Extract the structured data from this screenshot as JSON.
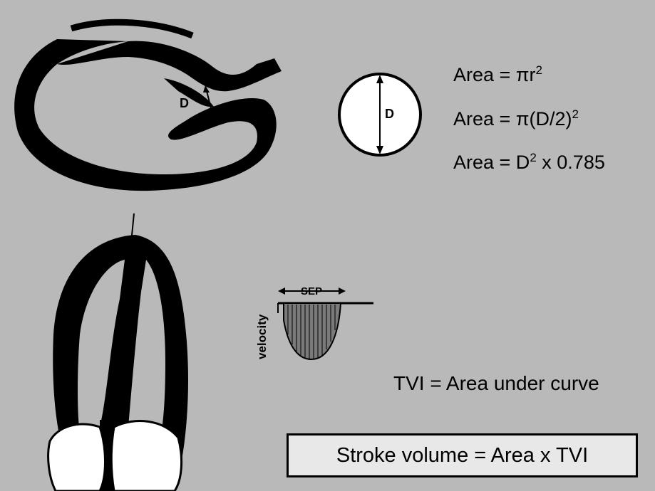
{
  "labels": {
    "d_heart": "D",
    "d_circle": "D",
    "sep": "SEP",
    "velocity": "velocity"
  },
  "formulas": {
    "f1": {
      "lhs": "Area = ",
      "pi": "π",
      "base": "r",
      "exp": "2"
    },
    "f2": {
      "lhs": "Area = ",
      "pi": "π",
      "base": "(D/2)",
      "exp": "2"
    },
    "f3": {
      "lhs": "Area = D",
      "exp": "2",
      "rest": " x 0.785"
    }
  },
  "tvi_text": "TVI = Area under curve",
  "stroke_volume_text": "Stroke volume = Area x TVI",
  "colors": {
    "ink": "#000000",
    "background": "#b9b9b9",
    "curve_fill": "#7a7a7a"
  }
}
